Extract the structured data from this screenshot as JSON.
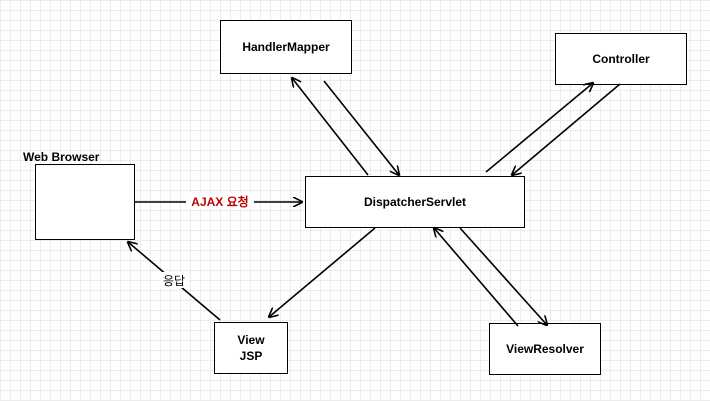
{
  "diagram": {
    "nodes": {
      "handler_mapper": {
        "label": "HandlerMapper"
      },
      "controller": {
        "label": "Controller"
      },
      "web_browser": {
        "label": "Web Browser"
      },
      "dispatcher_servlet": {
        "label": "DispatcherServlet"
      },
      "view": {
        "label_line1": "View",
        "label_line2": "JSP"
      },
      "view_resolver": {
        "label": "ViewResolver"
      }
    },
    "edges": {
      "ajax_request": {
        "label": "AJAX 요청",
        "color": "#c00000"
      },
      "response": {
        "label": "응답",
        "color": "#000000"
      }
    }
  }
}
